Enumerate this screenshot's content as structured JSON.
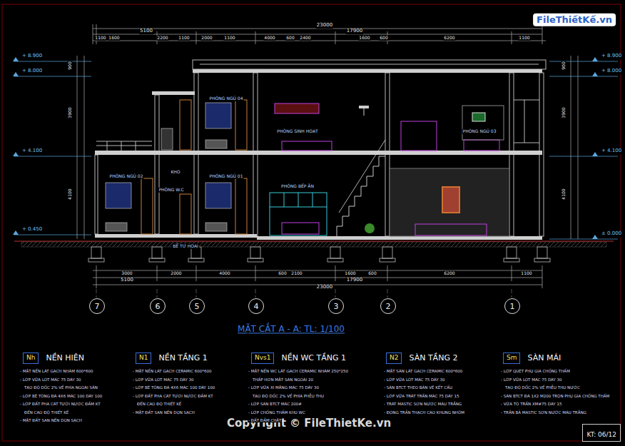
{
  "diagram": {
    "title": "MẶT CẮT A - A: TL: 1/100",
    "nodes": [
      {
        "text": [
          "7"
        ]
      },
      {
        "text": [
          "6"
        ]
      },
      {
        "text": [
          "5"
        ]
      },
      {
        "text": [
          "4"
        ]
      },
      {
        "text": [
          "3"
        ]
      },
      {
        "text": [
          "2"
        ]
      },
      {
        "text": [
          "1"
        ]
      },
      {
        "text": [
          "Nh",
          "NỀN HIÊN"
        ]
      },
      {
        "text": [
          "N1",
          "NỀN TẦNG 1"
        ]
      },
      {
        "text": [
          "Nvs1",
          "NỀN WC TẦNG 1"
        ]
      },
      {
        "text": [
          "N2",
          "SÀN TẦNG 2"
        ]
      },
      {
        "text": [
          "Sm",
          "SÀN MÁI"
        ]
      },
      {
        "text": [
          "KT: 06/12"
        ]
      }
    ],
    "labels": [
      "23000",
      "5100",
      "17900",
      "1100",
      "1600",
      "2200",
      "1100",
      "2000",
      "1100",
      "4000",
      "600",
      "2400",
      "1600",
      "600",
      "6200",
      "1100",
      "3000",
      "2000",
      "4000",
      "600",
      "2100",
      "1600",
      "600",
      "6200",
      "1100",
      "5100",
      "17900",
      "23000",
      "900",
      "3900",
      "4100",
      "900",
      "3900",
      "4100",
      "PHÒNG NGỦ 04",
      "PHÒNG SINH HOẠT",
      "PHÒNG NGỦ 03",
      "PHÒNG NGỦ 02",
      "KHO",
      "PHÒNG W.C",
      "PHÒNG NGỦ 01",
      "PHÒNG BẾP ĂN",
      "BỂ TỰ HOẠI",
      "+ 8.900",
      "+ 8.000",
      "+ 4.100",
      "+ 0.450",
      "+ 8.900",
      "+ 8.000",
      "+ 4.100",
      "± 0.000",
      "Copyright © FileThietKe.vn",
      "FileThiếtKế.vn",
      "- MẶT NỀN LÁT GẠCH NHÁM 600*600",
      "- LỚP VỮA LÓT MÁC 75 DÀY 30",
      "TẠO ĐỘ DỐC 2% VỀ PHÍA NGOÀI SÂN",
      "- LỚP BÊ TÔNG ĐÁ 4X6 MÁC 100 DÀY 100",
      "- LỚP ĐẤT PHA CÁT TƯỚI NƯỚC ĐẦM KỸ",
      "ĐẾN CAO ĐỘ THIẾT KẾ",
      "- MẶT ĐẤT SAN NỀN DỌN SẠCH",
      "- MẶT NỀN LÁT GẠCH CERAMIC 600*600",
      "- LỚP VỮA LÓT MÁC 75 DÀY 30",
      "- LỚP BÊ TÔNG ĐÁ 4X6 MÁC 100 DÀY 100",
      "- LỚP ĐẤT PHA CÁT TƯỚI NƯỚC ĐẦM KỸ",
      "ĐẾN CAO ĐỘ THIẾT KẾ",
      "- MẶT ĐẤT SAN NỀN DỌN SẠCH",
      "- MẶT NỀN WC LÁT GẠCH CERAMIC NHÁM 250*250",
      "THẤP HƠN MẶT SÀN NGOÀI 20",
      "- LỚP VỮA XI MĂNG MÁC 75 DÀY 30",
      "TẠO ĐỘ DỐC 2% VỀ PHÍA PHỄU THU",
      "- LỚP SÀN BTCT MÁC 200#",
      "- LỚP CHỐNG THẤM KHU WC",
      "- ĐẤT ĐẦM CHẶT",
      "- MẶT SÀN LÁT GẠCH CERAMIC 600*600",
      "- LỚP VỮA LÓT MÁC 75 DÀY 30",
      "- SÀN BTCT THEO BẢN VẼ KẾT CẤU",
      "- LỚP VỮA TRÁT TRẦN MÁC 75 DÀY 15",
      "- TRÁT MASTIC SƠN NƯỚC MÀU TRẮNG",
      "- ĐÓNG TRẦN THẠCH CAO KHUNG NHÔM",
      "- LỚP QUÉT PHỤ GIA CHỐNG THẤM",
      "- LỚP VỮA LÓT MÁC 75 DÀY 30",
      "TẠO ĐỘ DỐC 2% VỀ PHỄU THU NƯỚC",
      "- SÀN BTCT ĐÁ 1X2 M200 TRỘN PHỤ GIA CHỐNG THẤM",
      "- VỮA TÔ TRẦN XM#75 DÀY 15",
      "- TRẦN BẢ MASTIC SƠN NƯỚC MÀU TRẮNG"
    ]
  }
}
